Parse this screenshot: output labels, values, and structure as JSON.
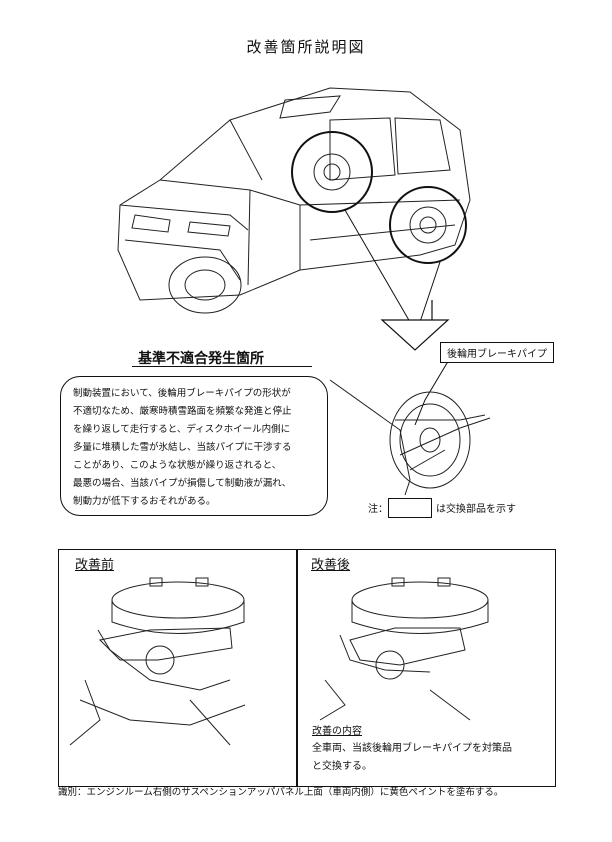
{
  "title": "改善箇所説明図",
  "heading": "基準不適合発生箇所",
  "explanation_lines": [
    "制動装置において、後輪用ブレーキパイプの形状が",
    "不適切なため、厳寒時積雪路面を頻繁な発進と停止",
    "を繰り返して走行すると、ディスクホイール内側に",
    "多量に堆積した雪が氷結し、当該パイプに干渉する",
    "ことがあり、このような状態が繰り返されると、",
    "最悪の場合、当該パイプが損傷して制動液が漏れ、",
    "制動力が低下するおそれがある。"
  ],
  "pipe_label": "後輪用ブレーキパイプ",
  "note_prefix": "注：",
  "note_suffix": "は交換部品を示す",
  "before_label": "改善前",
  "after_label": "改善後",
  "content_heading": "改善の内容",
  "content_lines": [
    "全車両、当該後輪用ブレーキパイプを対策品",
    "と交換する。"
  ],
  "footer": "識別：エンジンルーム右側のサスペンションアッパパネル上面（車両内側）に黄色ペイントを塗布する。"
}
